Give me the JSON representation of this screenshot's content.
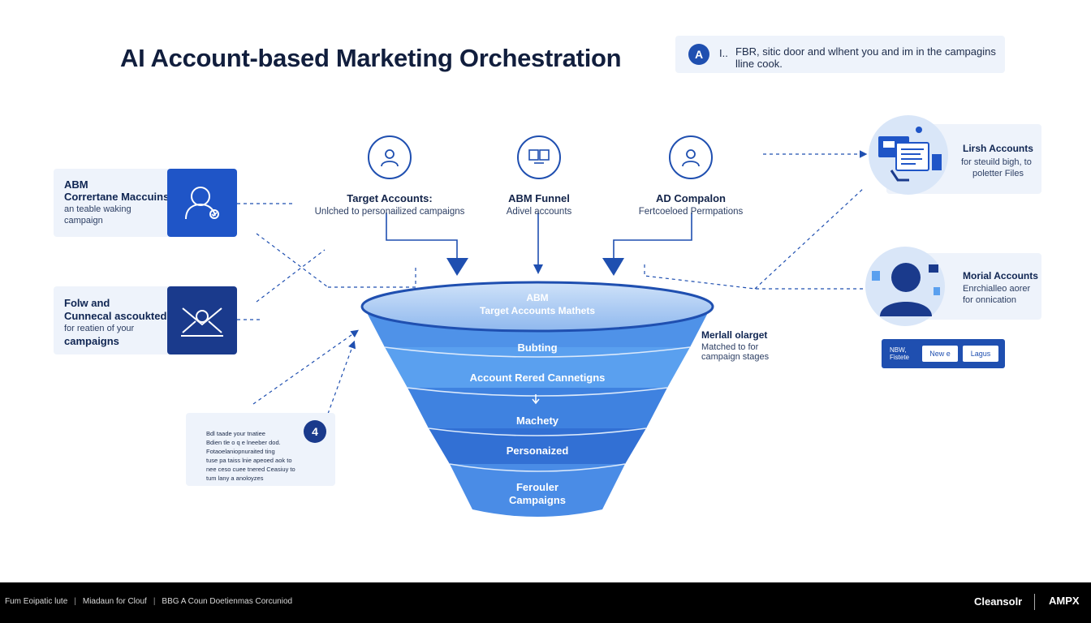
{
  "header": {
    "title": "AI Account-based Marketing Orchestration",
    "notice_icon": "A",
    "notice_prefix": "I..",
    "notice_text": "FBR, sitic door and wlhent you and im in the campagins lline cook."
  },
  "left_cards": [
    {
      "title_l1": "ABM",
      "title_l2": "Corrertane Maccuins",
      "sub_l1": "an teable waking",
      "sub_l2": "campaign",
      "icon": "user-check-icon"
    },
    {
      "title_l1": "Folw and",
      "title_l2": "Cunnecal ascoukted",
      "sub_l1": "for reatien of your",
      "sub_l2": "campaigns",
      "icon": "mail-network-icon"
    }
  ],
  "step_card": {
    "badge": "4",
    "lines": [
      "Bdl taade your tnatiee",
      "Bdien tle o q e lneeber dod.",
      "Fotaoelaniopnuraited ting",
      "tuse pa taiss lnie apeoed aok to",
      "nee ceso cuee tnered Ceasiuy to",
      "tum lany a anoloyzes"
    ]
  },
  "top_nodes": [
    {
      "title": "Target Accounts:",
      "sub": "Unlched to personailized campaigns",
      "icon": "user-icon"
    },
    {
      "title": "ABM Funnel",
      "sub": "Adivel accounts",
      "icon": "presentation-icon"
    },
    {
      "title": "AD Compalon",
      "sub": "Fertcoeloed Permpations",
      "icon": "user-icon"
    }
  ],
  "funnel": {
    "top_l1": "ABM",
    "top_l2": "Target Accounts Mathets",
    "stages": [
      "Bubting",
      "Account Rered Cannetigns",
      "Machety",
      "Personaized"
    ],
    "bottom_l1": "Ferouler",
    "bottom_l2": "Campaigns"
  },
  "side_note": {
    "title": "Merlall olarget",
    "l1": "Matched to for",
    "l2": "campaign stages"
  },
  "right_cards": [
    {
      "title": "Lirsh Accounts",
      "l1": "for steuild bigh, to",
      "l2": "poletter Files",
      "icon": "dashboard-icon"
    },
    {
      "title": "Morial Accounts",
      "l1": "Enrchialleo aorer",
      "l2": "for onnication",
      "icon": "person-avatar-icon"
    }
  ],
  "button_bar": {
    "label_l1": "NBW,",
    "label_l2": "Fistete",
    "btn1": "New e",
    "btn2": "Lagus"
  },
  "footer": {
    "links": [
      "Fum Eoipatic lute",
      "Miadaun for Clouf",
      "BBG A Coun Doetienmas Corcuniod"
    ],
    "brand1": "Cleansolr",
    "brand2": "AMPX"
  },
  "colors": {
    "primary": "#1f4fb0",
    "dark": "#1a3a8c",
    "light_panel": "#eef3fb",
    "funnel_top": "#bcd6f5"
  }
}
